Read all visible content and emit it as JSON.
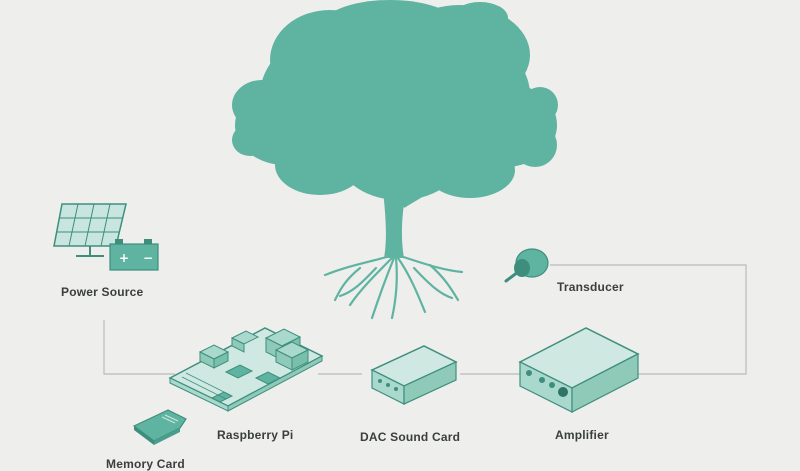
{
  "colors": {
    "background": "#eeeeec",
    "accent": "#5fb3a1",
    "accent_dark": "#3e8e7e",
    "accent_light": "#a9d8cc",
    "connector": "#b9bcba",
    "label": "#3a3f3e"
  },
  "nodes": {
    "power_source": {
      "label": "Power Source",
      "icon": "solar-panel-battery-icon"
    },
    "raspberry_pi": {
      "label": "Raspberry Pi",
      "icon": "circuit-board-icon"
    },
    "dac_sound_card": {
      "label": "DAC Sound Card",
      "icon": "dac-box-icon"
    },
    "amplifier": {
      "label": "Amplifier",
      "icon": "amplifier-icon"
    },
    "transducer": {
      "label": "Transducer",
      "icon": "transducer-icon"
    },
    "memory_card": {
      "label": "Memory Card",
      "icon": "sd-card-icon"
    }
  },
  "tree": {
    "icon": "tree-icon"
  }
}
